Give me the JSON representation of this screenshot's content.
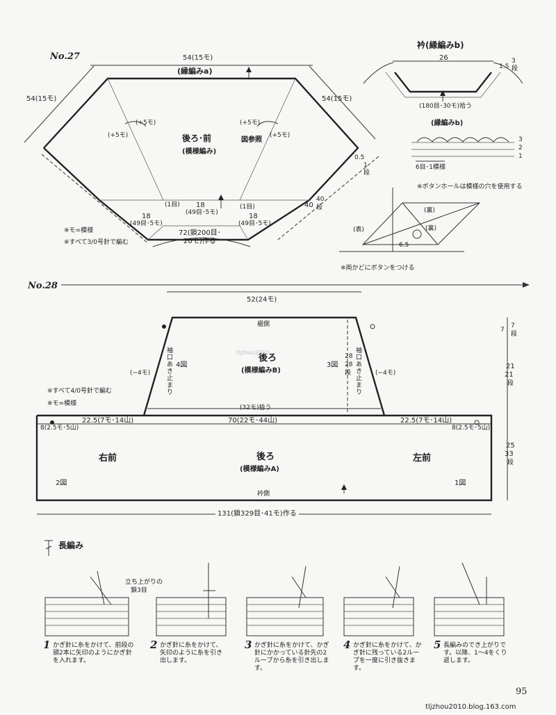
{
  "no27": {
    "title": "No.27",
    "top_width": "54(15モ)",
    "border_a": "(縁編みa)",
    "left_side": "54(15モ)",
    "right_side": "54(15モ)",
    "inc_ll": "(+5モ)",
    "inc_lm": "(+5モ)",
    "inc_rm": "(+5モ)",
    "inc_rl": "(+5モ)",
    "body_title": "後ろ･前",
    "body_pattern": "(模様編み)",
    "ref": "図参照",
    "one_l": "(1目)",
    "one_r": "(1目)",
    "center_18": "18",
    "center_stitch": "(49目･5モ)",
    "left_18": "18",
    "left_stitch": "(49目･5モ)",
    "right_18": "18",
    "right_stitch": "(49目･5モ)",
    "bottom": "72(鎖200目･",
    "bottom2": "20モ)作る",
    "n05": "0.5",
    "n1": "1",
    "dan1": "段",
    "n40": "40",
    "n40b": "40",
    "dan40": "段",
    "note1": "※モ=模様",
    "note2": "※すべて3/0号針で編む"
  },
  "collar": {
    "title": "衿(縁編みb)",
    "width": "26",
    "h": "1.5",
    "h_rows_top": "3",
    "h_rows_bot": "段",
    "pickup": "(180目･30モ)拾う",
    "bb_title": "(縁編みb)",
    "r3": "3",
    "r2": "2",
    "r1": "1",
    "repeat": "6目･1模様",
    "button_note": "※ボタンホールは模様の穴を使用する",
    "ura1": "(裏)",
    "ura2": "(裏)",
    "omote": "(表)",
    "size": "6.5",
    "corner_note": "※両かどにボタンをつける"
  },
  "no28": {
    "title": "No.28",
    "top": "52(24モ)",
    "hem": "裾側",
    "back": "後ろ",
    "back_pattern": "(模様編みB)",
    "fig4": "4図",
    "fig3": "3図",
    "slit_l": "袖口あき止まり",
    "slit_r": "袖口あき止まり",
    "dec_l": "(−4モ)",
    "dec_r": "(−4モ)",
    "h28": "28",
    "h28b": "28",
    "h28dan": "段",
    "h7": "7",
    "h7b": "7",
    "h7dan": "段",
    "h21": "21",
    "h21b": "21",
    "h21dan": "段",
    "h25": "25",
    "h25b": "33",
    "h25dan": "段",
    "pick32": "(32モ)拾う",
    "mid70": "70(22モ･44山)",
    "left225": "22.5(7モ･14山)",
    "right225": "22.5(7モ･14山)",
    "left8": "8(2.5モ･5山)",
    "right8": "8(2.5モ･5山)",
    "right_front": "右前",
    "left_front": "左前",
    "back2": "後ろ",
    "back2_pattern": "(模様編みA)",
    "fig2": "2図",
    "fig1": "1図",
    "collar_side": "衿側",
    "bottom": "131(鎖329目･41モ)作る",
    "note1": "※すべて4/0号針で編む",
    "note2": "※モ=模様"
  },
  "tr": {
    "title": "長編み",
    "chain_note": "立ち上がりの",
    "chain_note2": "鎖3目",
    "steps": [
      {
        "n": "1",
        "text": "かぎ針に糸をかけて、前段の頭2本に矢印のようにかぎ針を入れます。"
      },
      {
        "n": "2",
        "text": "かぎ針に糸をかけて、矢印のように糸を引き出します。"
      },
      {
        "n": "3",
        "text": "かぎ針に糸をかけて、かぎ針にかかっている針先の2ループから糸を引き出します。"
      },
      {
        "n": "4",
        "text": "かぎ針に糸をかけて、かぎ針に残っている2ループを一度に引き抜きます。"
      },
      {
        "n": "5",
        "text": "長編みのでき上がりです。以降、1〜4をくり返します。"
      }
    ]
  },
  "page_no": "95",
  "watermark": "tljzhou2010.blog.163.com",
  "stamp": "tljzhou2010"
}
